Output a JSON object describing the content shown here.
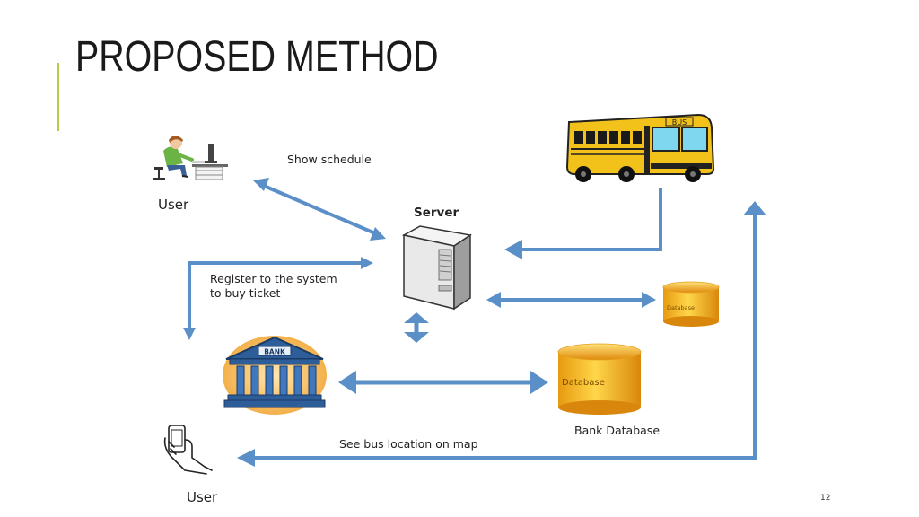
{
  "slide": {
    "title": "PROPOSED METHOD",
    "page_number": "12"
  },
  "labels": {
    "show_schedule": "Show schedule",
    "user_top": "User",
    "server": "Server",
    "register": "Register to the system\nto buy ticket",
    "bank_database": "Bank Database",
    "see_bus_location": "See bus location on map",
    "user_bottom": "User"
  },
  "icons": {
    "bus_sign": "BUS",
    "bank_sign": "BANK",
    "database_small": "Database",
    "database_large": "Database"
  },
  "colors": {
    "arrow": "#5b8fc7",
    "accent": "#b5c94a",
    "bus": "#f2c21a",
    "database": "#f0b21a"
  }
}
